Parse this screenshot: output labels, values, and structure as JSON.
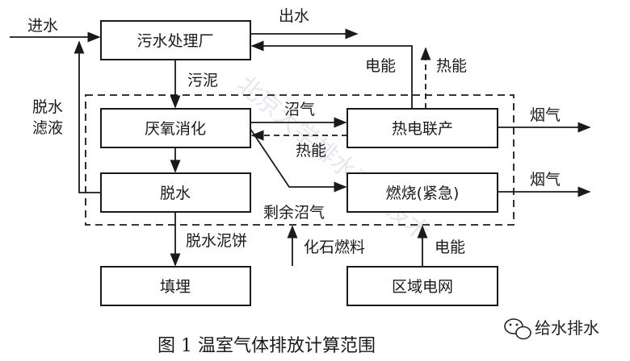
{
  "diagram": {
    "nodes": {
      "wastewater_plant": "污水处理厂",
      "anaerobic": "厌氧消化",
      "dewatering": "脱水",
      "chp": "热电联产",
      "flare": "燃烧(紧急)",
      "landfill": "填埋",
      "grid": "区域电网"
    },
    "labels": {
      "influent": "进水",
      "effluent": "出水",
      "sludge": "污泥",
      "filtrate_1": "脱水",
      "filtrate_2": "滤液",
      "biogas": "沼气",
      "heat_to_digester": "热能",
      "power_out": "电能",
      "heat_out": "热能",
      "flue_gas_1": "烟气",
      "flue_gas_2": "烟气",
      "excess_biogas": "剩余沼气",
      "sludge_cake": "脱水泥饼",
      "fossil_fuel": "化石燃料",
      "grid_power": "电能"
    },
    "watermark": "北京大学排水工程技术",
    "caption": "图 1   温室气体排放计算范围",
    "brand": "给水排水"
  }
}
